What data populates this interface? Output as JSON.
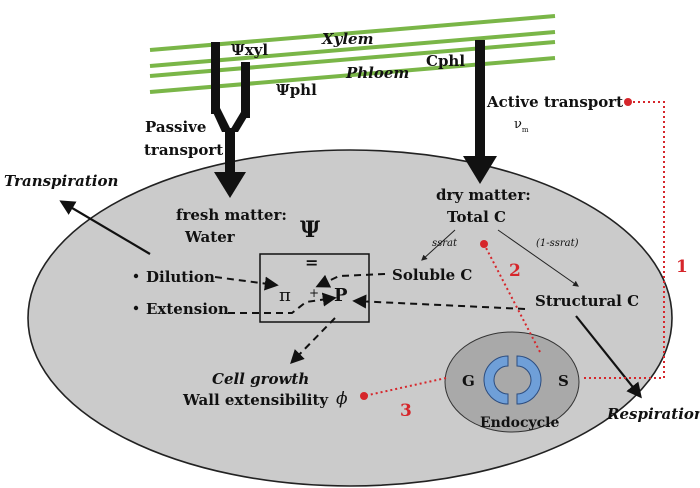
{
  "colors": {
    "cell_fill": "#cbcbcb",
    "vessel_green": "#7ab648",
    "accent_red": "#d6262b",
    "endocycle_blue": "#6f9fd8",
    "nucleus_fill": "#a9a9a9"
  },
  "vessels": {
    "psi_xyl": "Ψxyl",
    "xylem": "Xylem",
    "psi_phl": "Ψphl",
    "phloem": "Phloem",
    "cphl": "Cphl"
  },
  "transport": {
    "passive_line1": "Passive",
    "passive_line2": "transport",
    "active": "Active transport",
    "vm": "ν",
    "vm_sub": "m"
  },
  "left": {
    "transpiration": "Transpiration",
    "fresh_matter": "fresh matter:",
    "water": "Water",
    "dilution": "Dilution",
    "extension": "Extension"
  },
  "center": {
    "psi": "Ψ",
    "equals": "=",
    "pi": "π",
    "plus": "+",
    "p": "P",
    "cell_growth": "Cell growth",
    "wall_extensibility": "Wall extensibility",
    "phi": "ϕ"
  },
  "right": {
    "dry_matter": "dry matter:",
    "total_c": "Total C",
    "ssrat": "ssrat",
    "one_minus_ssrat": "(1-ssrat)",
    "soluble_c": "Soluble C",
    "structural_c": "Structural C",
    "respiration": "Respiration"
  },
  "endocycle": {
    "g": "G",
    "s": "S",
    "label": "Endocycle"
  },
  "links": {
    "one": "1",
    "two": "2",
    "three": "3"
  }
}
